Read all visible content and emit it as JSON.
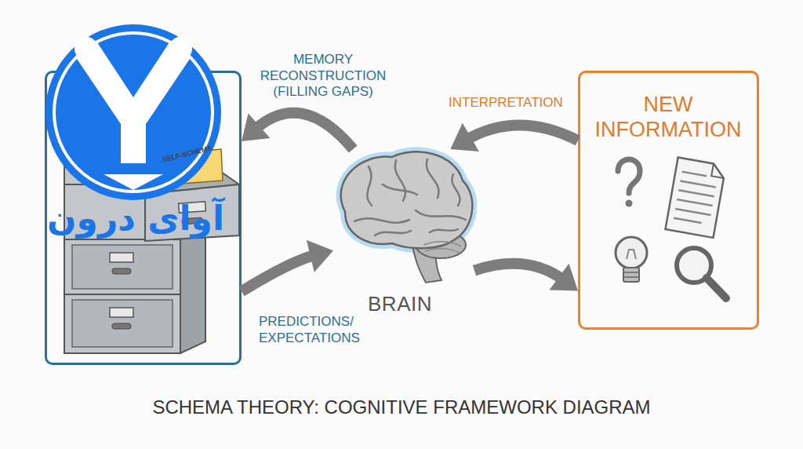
{
  "diagram": {
    "caption": "SCHEMA THEORY: COGNITIVE FRAMEWORK DIAGRAM",
    "nodes": [
      {
        "text": [
          "SELF-SCHEMA"
        ]
      },
      {
        "text": [
          "BRAIN"
        ]
      },
      {
        "text": [
          "NEW INFORMATION"
        ]
      }
    ],
    "edges": [
      {
        "from": 1,
        "to": 0,
        "label": "MEMORY RECONSTRUCTION (FILLING GAPS)",
        "arrow": "to"
      },
      {
        "from": 2,
        "to": 1,
        "label": "INTERPRETATION",
        "arrow": "to"
      },
      {
        "from": 0,
        "to": 1,
        "label": "PREDICTIONS/ EXPECTATIONS",
        "arrow": "to"
      },
      {
        "from": 1,
        "to": 2,
        "arrow": "to"
      }
    ],
    "labels": [
      "آوای درون"
    ]
  }
}
